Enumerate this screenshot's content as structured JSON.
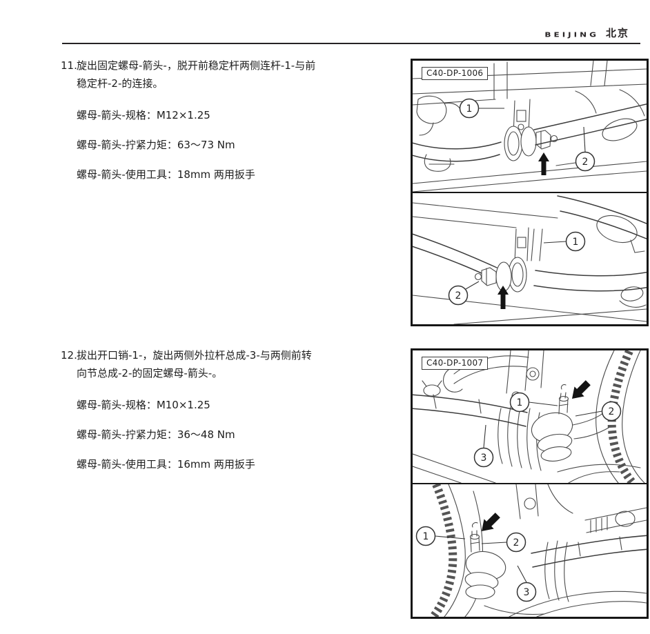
{
  "header": {
    "logo_latin": "BEIJING",
    "logo_cjk": "北京"
  },
  "steps": [
    {
      "number": "11.",
      "lines": [
        "旋出固定螺母-箭头-，脱开前稳定杆两侧连杆-1-与前",
        "稳定杆-2-的连接。"
      ],
      "specs": [
        "螺母-箭头-规格：M12×1.25",
        "螺母-箭头-拧紧力矩：63～73 Nm",
        "螺母-箭头-使用工具：18mm 两用扳手"
      ],
      "figure": {
        "label": "C40-DP-1006",
        "panels": [
          {
            "callouts": [
              "1",
              "2"
            ]
          },
          {
            "callouts": [
              "1",
              "2"
            ]
          }
        ]
      }
    },
    {
      "number": "12.",
      "lines": [
        "拔出开口销-1-，旋出两侧外拉杆总成-3-与两侧前转",
        "向节总成-2-的固定螺母-箭头-。"
      ],
      "specs": [
        "螺母-箭头-规格：M10×1.25",
        "螺母-箭头-拧紧力矩：36～48 Nm",
        "螺母-箭头-使用工具：16mm 两用扳手"
      ],
      "figure": {
        "label": "C40-DP-1007",
        "panels": [
          {
            "callouts": [
              "1",
              "2",
              "3"
            ]
          },
          {
            "callouts": [
              "1",
              "2",
              "3"
            ]
          }
        ]
      }
    }
  ]
}
